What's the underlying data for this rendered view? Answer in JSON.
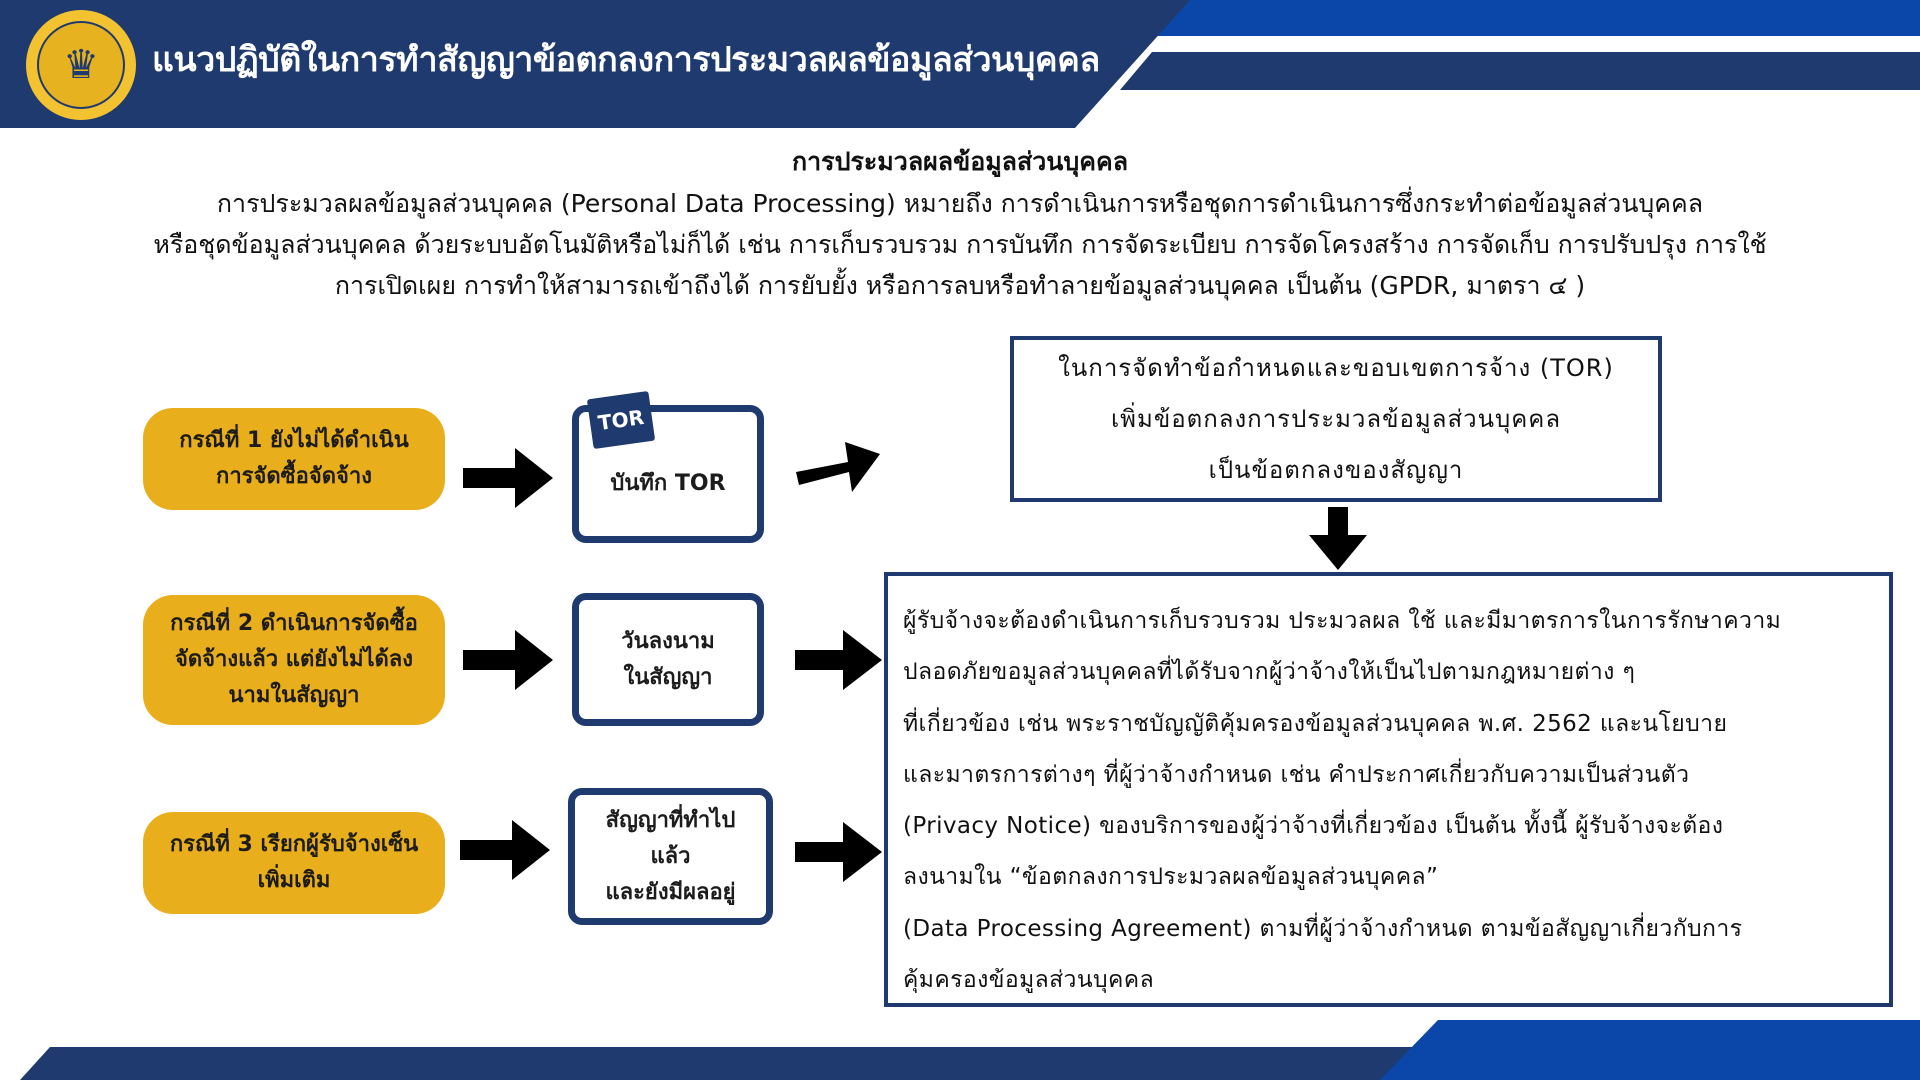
{
  "header": {
    "title": "แนวปฏิบัติในการทำสัญญาข้อตกลงการประมวลผลข้อมูลส่วนบุคคล",
    "logo_icon": "department-seal-icon",
    "colors": {
      "navy": "#1F3A6E",
      "blue": "#0B47A8",
      "gold": "#E9AE1B"
    }
  },
  "definition": {
    "title": "การประมวลผลข้อมูลส่วนบุคคล",
    "lines": [
      "การประมวลผลข้อมูลส่วนบุคคล (Personal Data Processing) หมายถึง การดำเนินการหรือชุดการดำเนินการซึ่งกระทำต่อข้อมูลส่วนบุคคล",
      "หรือชุดข้อมูลส่วนบุคคล ด้วยระบบอัตโนมัติหรือไม่ก็ได้ เช่น การเก็บรวบรวม การบันทึก การจัดระเบียบ การจัดโครงสร้าง การจัดเก็บ การปรับปรุง การใช้",
      "การเปิดเผย การทำให้สามารถเข้าถึงได้ การยับยั้ง หรือการลบหรือทำลายข้อมูลส่วนบุคคล เป็นต้น (GPDR, มาตรา ๔ )"
    ]
  },
  "cases": [
    {
      "lines": [
        "กรณีที่ 1 ยังไม่ได้ดำเนิน",
        "การจัดซื้อจัดจ้าง"
      ]
    },
    {
      "lines": [
        "กรณีที่ 2 ดำเนินการจัดซื้อ",
        "จัดจ้างแล้ว แต่ยังไม่ได้ลง",
        "นามในสัญญา"
      ]
    },
    {
      "lines": [
        "กรณีที่ 3 เรียกผู้รับจ้างเซ็น",
        "เพิ่มเติม"
      ]
    }
  ],
  "steps": [
    {
      "tag": "TOR",
      "lines": [
        "บันทึก TOR"
      ]
    },
    {
      "lines": [
        "วันลงนาม",
        "ในสัญญา"
      ]
    },
    {
      "lines": [
        "สัญญาที่ทำไป",
        "แล้ว",
        "และยังมีผลอยู่"
      ]
    }
  ],
  "tor_box": {
    "lines": [
      "ในการจัดทำข้อกำหนดและขอบเขตการจ้าง (TOR)",
      "เพิ่มข้อตกลงการประมวลข้อมูลส่วนบุคคล",
      "เป็นข้อตกลงของสัญญา"
    ]
  },
  "obligation_box": {
    "lines": [
      "ผู้รับจ้างจะต้องดำเนินการเก็บรวบรวม ประมวลผล ใช้ และมีมาตรการในการรักษาความ",
      "ปลอดภัยขอมูลส่วนบุคคลที่ได้รับจากผู้ว่าจ้างให้เป็นไปตามกฎหมายต่าง ๆ",
      "ที่เกี่ยวข้อง เช่น พระราชบัญญัติคุ้มครองข้อมูลส่วนบุคคล พ.ศ. 2562 และนโยบาย",
      "และมาตรการต่างๆ ที่ผู้ว่าจ้างกำหนด เช่น คำประกาศเกี่ยวกับความเป็นส่วนตัว",
      "(Privacy Notice) ของบริการของผู้ว่าจ้างที่เกี่ยวข้อง เป็นต้น ทั้งนี้ ผู้รับจ้างจะต้อง",
      "ลงนามใน “ข้อตกลงการประมวลผลข้อมูลส่วนบุคคล”",
      "(Data Processing Agreement) ตามที่ผู้ว่าจ้างกำหนด ตามข้อสัญญาเกี่ยวกับการ",
      "คุ้มครองข้อมูลส่วนบุคคล"
    ]
  }
}
